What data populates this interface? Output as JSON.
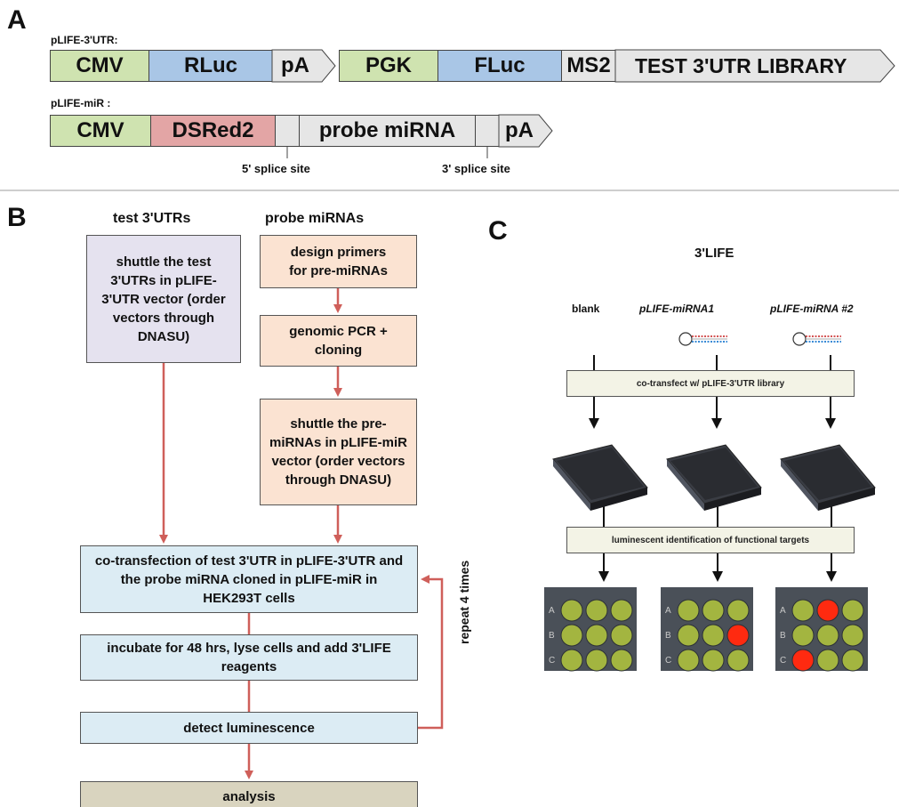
{
  "panel_a": {
    "letter": "A",
    "utr_construct": {
      "name": "pLIFE-3'UTR:",
      "segments": [
        "CMV",
        "RLuc",
        "pA",
        "PGK",
        "FLuc",
        "MS2",
        "TEST 3'UTR LIBRARY"
      ]
    },
    "mir_construct": {
      "name": "pLIFE-miR :",
      "segments": [
        "CMV",
        "DSRed2",
        "probe miRNA",
        "pA"
      ]
    },
    "splice_5": "5' splice site",
    "splice_3": "3' splice site"
  },
  "panel_b": {
    "letter": "B",
    "col1_title": "test 3'UTRs",
    "col2_title": "probe miRNAs",
    "box_utr": "shuttle the test 3'UTRs in pLIFE-3'UTR vector (order vectors through DNASU)",
    "box_design": "design primers for pre-miRNAs",
    "box_pcr": "genomic PCR + cloning",
    "box_shuttle": "shuttle the pre-miRNAs in pLIFE-miR vector (order vectors through DNASU)",
    "box_cotransfect": "co-transfection of test 3'UTR in pLIFE-3'UTR and the probe miRNA cloned in pLIFE-miR in HEK293T cells",
    "box_incubate": "incubate for 48 hrs, lyse cells and add 3'LIFE reagents",
    "box_detect": "detect luminescence",
    "box_analysis": "analysis",
    "repeat": "repeat 4 times"
  },
  "panel_c": {
    "letter": "C",
    "title": "3'LIFE",
    "col_labels": [
      "blank",
      "pLIFE-miRNA1",
      "pLIFE-miRNA #2"
    ],
    "bar1": "co-transfect w/ pLIFE-3'UTR library",
    "bar2": "luminescent identification of functional targets",
    "row_letters": [
      "A",
      "B",
      "C"
    ]
  },
  "colors": {
    "promoter": "#cfe3b0",
    "luciferase": "#a9c6e6",
    "grey_segment": "#e6e6e6",
    "dsred": "#e3a5a5",
    "box_purple": "#e5e2ef",
    "box_peach": "#fbe3d2",
    "box_blue": "#dcecf4",
    "box_tan": "#d9d4bf",
    "arrow_red": "#cf5f5a",
    "well_green": "#a3b540",
    "well_red": "#ff2a10"
  }
}
